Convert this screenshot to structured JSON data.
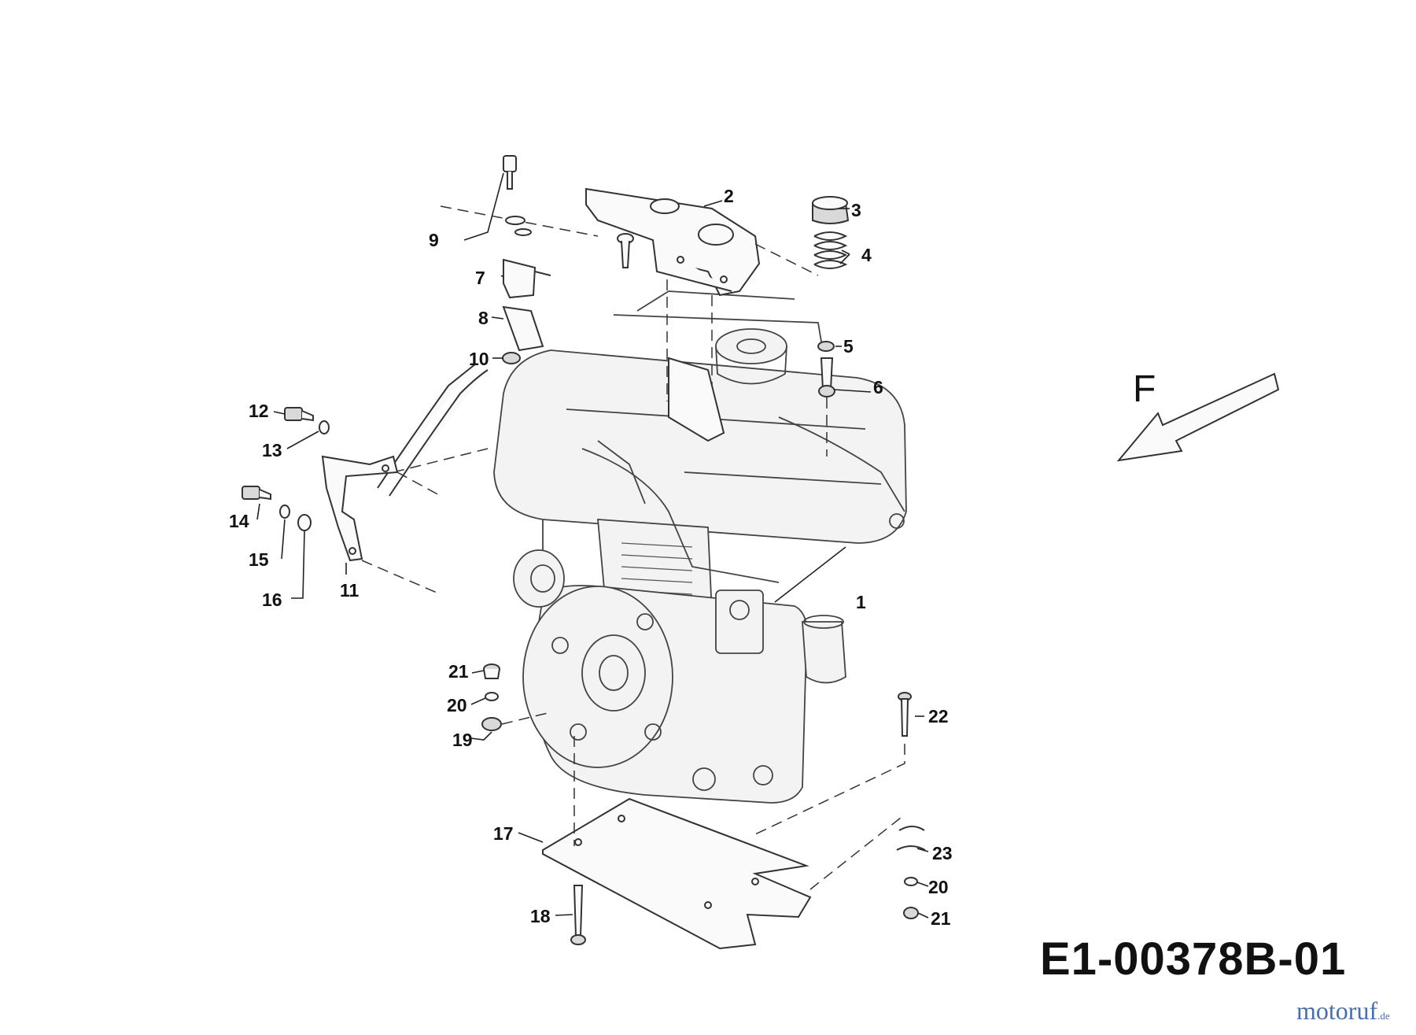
{
  "diagram": {
    "code": "E1-00378B-01",
    "direction_label": "F",
    "callouts": [
      "1",
      "2",
      "3",
      "4",
      "5",
      "6",
      "7",
      "8",
      "9",
      "10",
      "11",
      "12",
      "13",
      "14",
      "15",
      "16",
      "17",
      "18",
      "19",
      "20",
      "21",
      "22",
      "23"
    ],
    "repeat_callouts": {
      "c20b": "20",
      "c21b": "21"
    }
  },
  "watermark": {
    "brand": "motoruf",
    "tld": ".de"
  },
  "colors": {
    "line": "#333333",
    "watermark": "#4a6fa5",
    "watermark_accent": "#c0392b"
  }
}
